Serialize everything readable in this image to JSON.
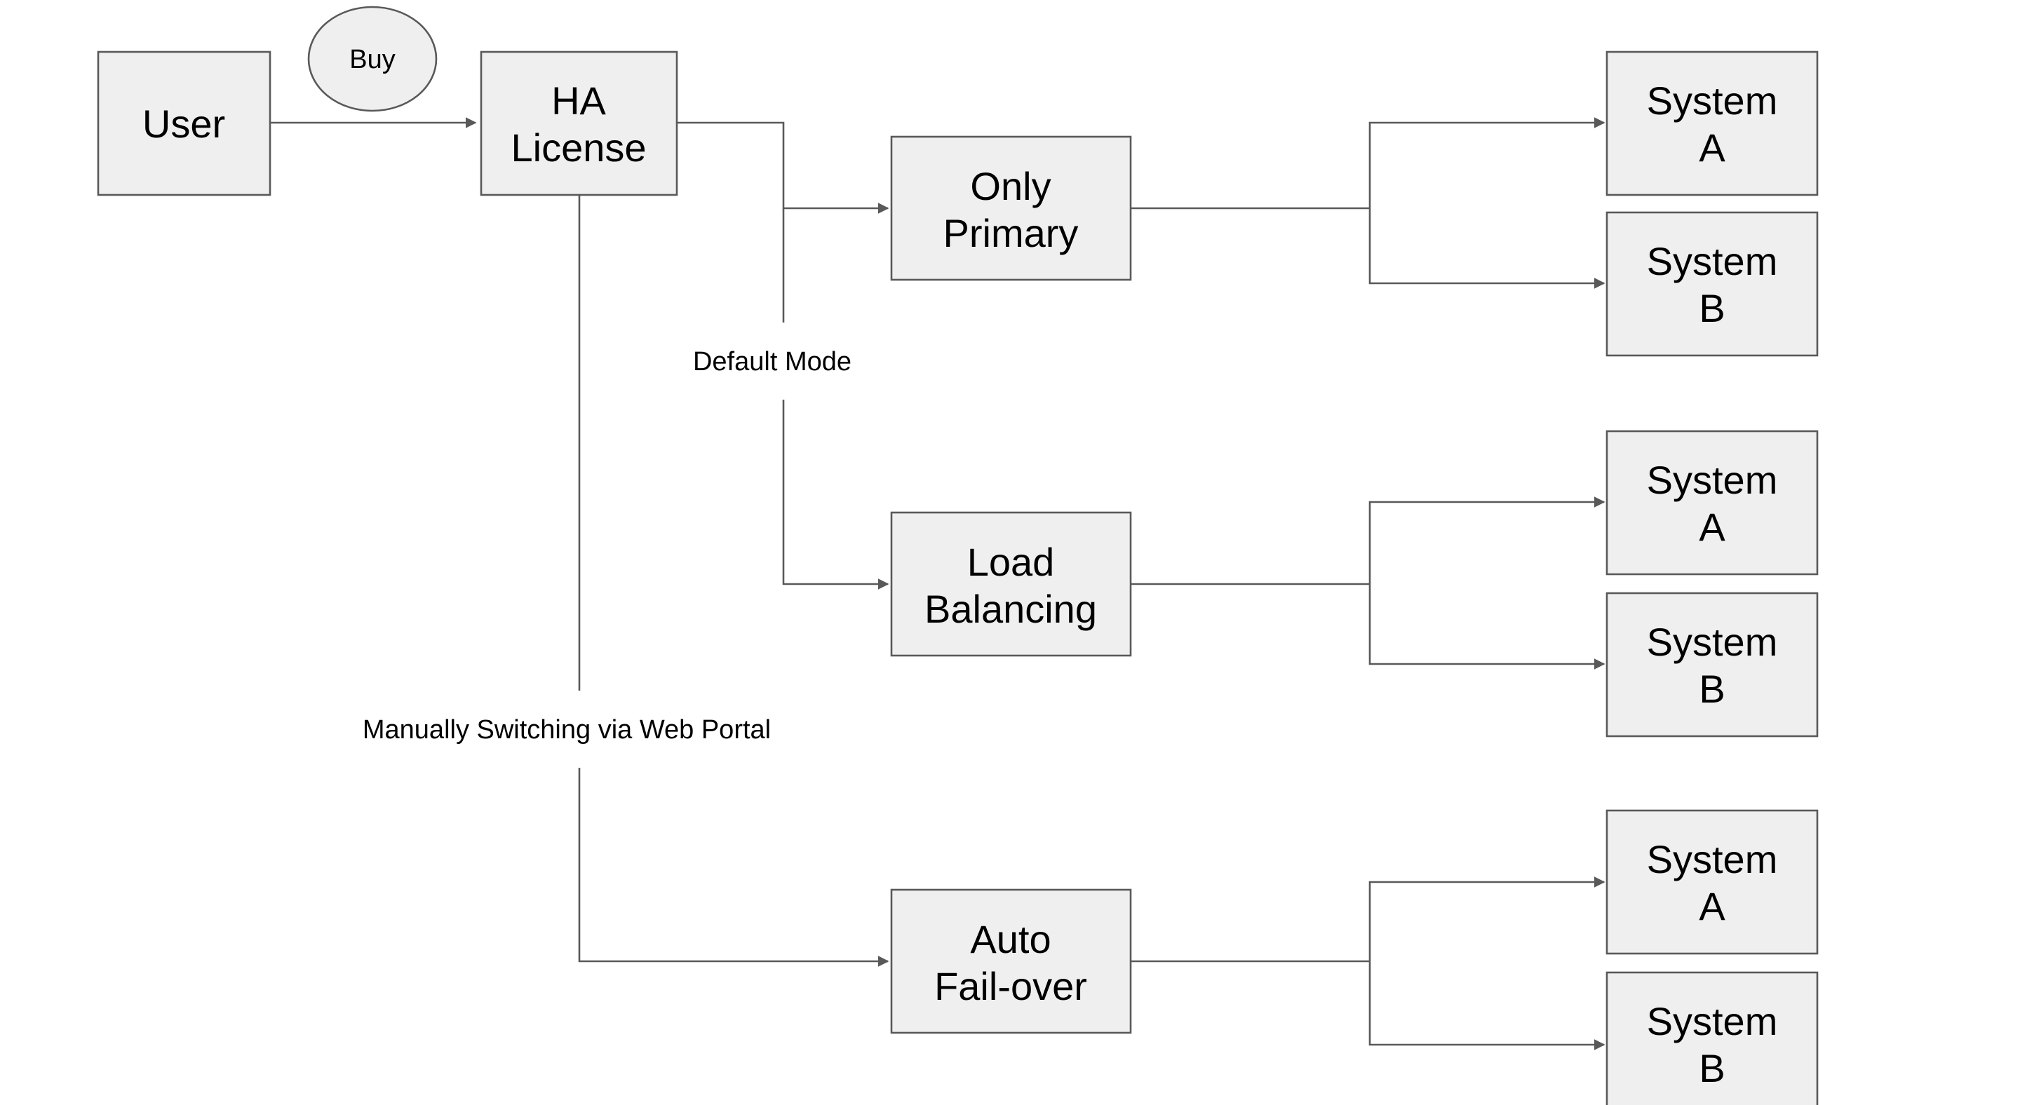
{
  "diagram": {
    "nodes": {
      "user": [
        "User"
      ],
      "ha_license": [
        "HA",
        "License"
      ],
      "only_primary": [
        "Only",
        "Primary"
      ],
      "load_balancing": [
        "Load",
        "Balancing"
      ],
      "auto_failover": [
        "Auto",
        "Fail-over"
      ],
      "op_system_a": [
        "System",
        "A"
      ],
      "op_system_b": [
        "System",
        "B"
      ],
      "lb_system_a": [
        "System",
        "A"
      ],
      "lb_system_b": [
        "System",
        "B"
      ],
      "af_system_a": [
        "System",
        "A"
      ],
      "af_system_b": [
        "System",
        "B"
      ]
    },
    "buy_label": "Buy",
    "default_mode_label": "Default Mode",
    "manual_switch_label": "Manually Switching via Web Portal"
  },
  "colors": {
    "box_fill": "#efefef",
    "stroke": "#595959",
    "text": "#000000"
  }
}
